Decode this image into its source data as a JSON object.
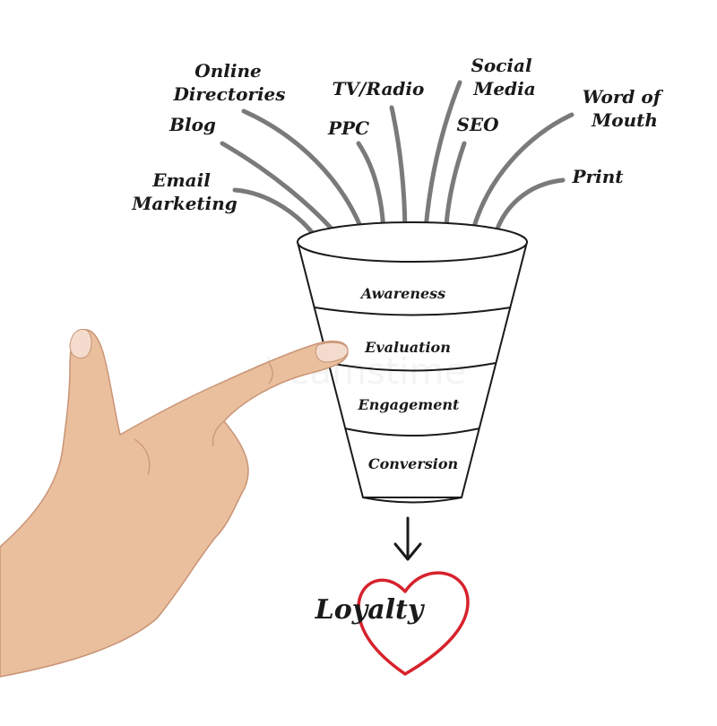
{
  "sources": [
    {
      "lines": [
        "Online",
        "Directories"
      ]
    },
    {
      "lines": [
        "Blog"
      ]
    },
    {
      "lines": [
        "Email",
        "Marketing"
      ]
    },
    {
      "lines": [
        "TV/Radio"
      ]
    },
    {
      "lines": [
        "PPC"
      ]
    },
    {
      "lines": [
        "Social",
        "Media"
      ]
    },
    {
      "lines": [
        "SEO"
      ]
    },
    {
      "lines": [
        "Word of",
        "Mouth"
      ]
    },
    {
      "lines": [
        "Print"
      ]
    }
  ],
  "funnel_stages": [
    "Awareness",
    "Evaluation",
    "Engagement",
    "Conversion"
  ],
  "outcome": "Loyalty",
  "watermark": "dreamstime",
  "colors": {
    "line": "#7a7a7a",
    "ink": "#1a1a1a",
    "heart": "#d6222c",
    "skin": "#e9bf9e"
  }
}
